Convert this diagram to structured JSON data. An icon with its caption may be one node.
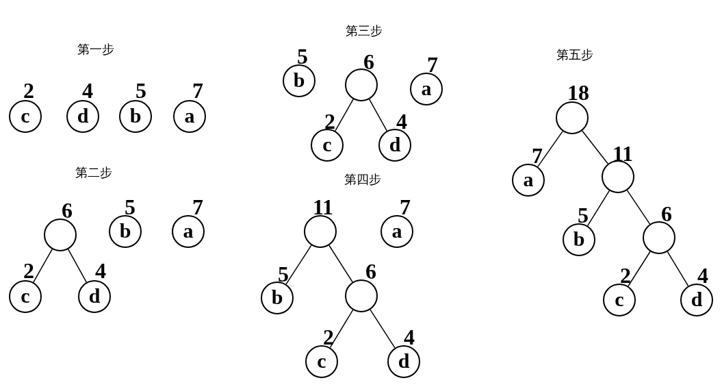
{
  "diagram": {
    "nodes": [
      {
        "text": [
          "c"
        ],
        "beside": [
          "2"
        ]
      },
      {
        "text": [
          "d"
        ],
        "beside": [
          "4"
        ]
      },
      {
        "text": [
          "b"
        ],
        "beside": [
          "5"
        ]
      },
      {
        "text": [
          "a"
        ],
        "beside": [
          "7"
        ]
      },
      {
        "text": [],
        "shape": "circle",
        "beside": [
          "6"
        ]
      },
      {
        "text": [
          "b"
        ],
        "beside": [
          "5"
        ]
      },
      {
        "text": [
          "a"
        ],
        "beside": [
          "7"
        ]
      },
      {
        "text": [
          "c"
        ],
        "beside": [
          "2"
        ]
      },
      {
        "text": [
          "d"
        ],
        "beside": [
          "4"
        ]
      },
      {
        "text": [
          "b"
        ],
        "beside": [
          "5"
        ]
      },
      {
        "text": [],
        "shape": "circle",
        "beside": [
          "6"
        ]
      },
      {
        "text": [
          "a"
        ],
        "beside": [
          "7"
        ]
      },
      {
        "text": [
          "c"
        ],
        "beside": [
          "2"
        ]
      },
      {
        "text": [
          "d"
        ],
        "beside": [
          "4"
        ]
      },
      {
        "text": [],
        "shape": "circle",
        "beside": [
          "11"
        ]
      },
      {
        "text": [
          "a"
        ],
        "beside": [
          "7"
        ]
      },
      {
        "text": [
          "b"
        ],
        "beside": [
          "5"
        ]
      },
      {
        "text": [],
        "shape": "circle",
        "beside": [
          "6"
        ]
      },
      {
        "text": [
          "c"
        ],
        "beside": [
          "2"
        ]
      },
      {
        "text": [
          "d"
        ],
        "beside": [
          "4"
        ]
      },
      {
        "text": [],
        "shape": "circle",
        "beside": [
          "18"
        ]
      },
      {
        "text": [
          "a"
        ],
        "beside": [
          "7"
        ]
      },
      {
        "text": [],
        "shape": "circle",
        "beside": [
          "11"
        ]
      },
      {
        "text": [
          "b"
        ],
        "beside": [
          "5"
        ]
      },
      {
        "text": [],
        "shape": "circle",
        "beside": [
          "6"
        ]
      },
      {
        "text": [
          "c"
        ],
        "beside": [
          "2"
        ]
      },
      {
        "text": [
          "d"
        ],
        "beside": [
          "4"
        ]
      }
    ],
    "edges": [
      {
        "from": 4,
        "to": 7,
        "arrow": "none"
      },
      {
        "from": 4,
        "to": 8,
        "arrow": "none"
      },
      {
        "from": 10,
        "to": 12,
        "arrow": "none"
      },
      {
        "from": 10,
        "to": 13,
        "arrow": "none"
      },
      {
        "from": 14,
        "to": 16,
        "arrow": "none"
      },
      {
        "from": 14,
        "to": 17,
        "arrow": "none"
      },
      {
        "from": 17,
        "to": 18,
        "arrow": "none"
      },
      {
        "from": 17,
        "to": 19,
        "arrow": "none"
      },
      {
        "from": 20,
        "to": 21,
        "arrow": "none"
      },
      {
        "from": 20,
        "to": 22,
        "arrow": "none"
      },
      {
        "from": 22,
        "to": 23,
        "arrow": "none"
      },
      {
        "from": 22,
        "to": 24,
        "arrow": "none"
      },
      {
        "from": 24,
        "to": 25,
        "arrow": "none"
      },
      {
        "from": 24,
        "to": 26,
        "arrow": "none"
      }
    ],
    "labels": [
      "第一步",
      "第二步",
      "第三步",
      "第四步",
      "第五步"
    ]
  }
}
